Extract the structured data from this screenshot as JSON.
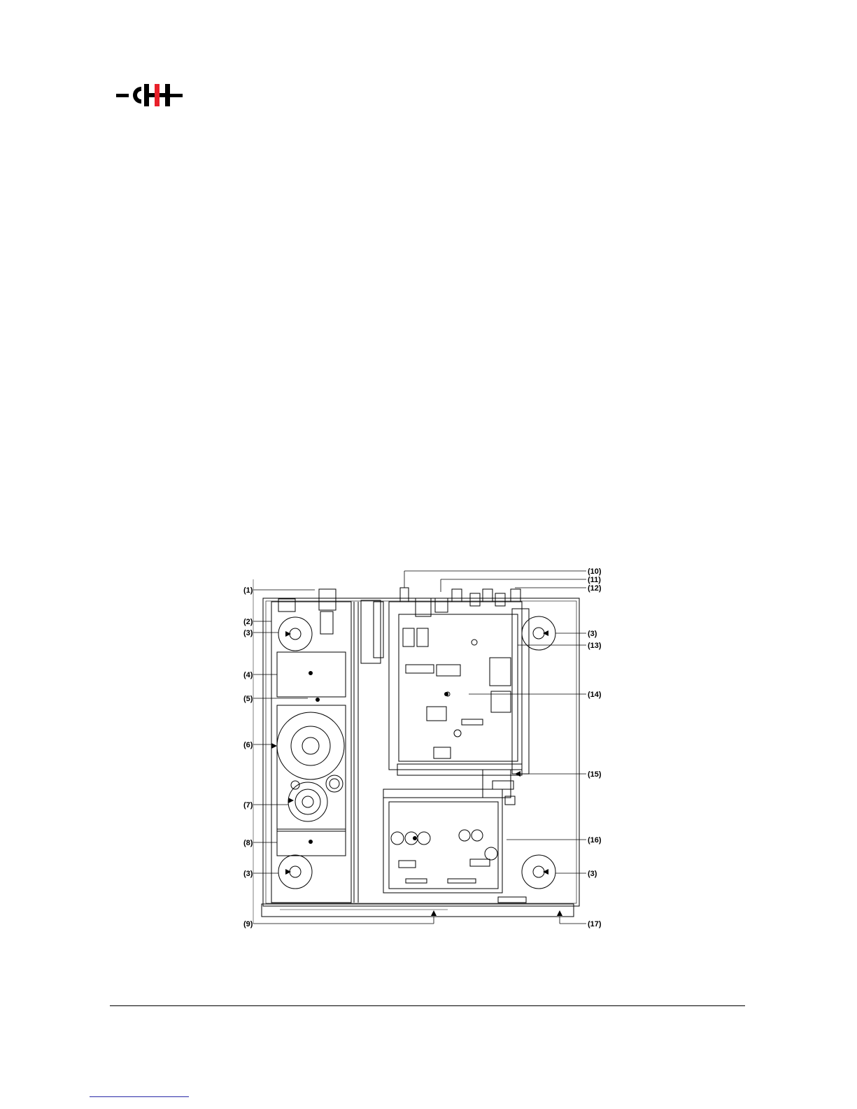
{
  "brand": {
    "logo_name": "CH logo",
    "colors": {
      "black": "#000000",
      "red": "#e8202a"
    }
  },
  "callouts": {
    "c1": "(1)",
    "c2": "(2)",
    "c3_tl": "(3)",
    "c3_tr": "(3)",
    "c3_bl": "(3)",
    "c3_br": "(3)",
    "c4": "(4)",
    "c5": "(5)",
    "c6": "(6)",
    "c7": "(7)",
    "c8": "(8)",
    "c9": "(9)",
    "c10": "(10)",
    "c11": "(11)",
    "c12": "(12)",
    "c13": "(13)",
    "c14": "(14)",
    "c15": "(15)",
    "c16": "(16)",
    "c17": "(17)"
  }
}
